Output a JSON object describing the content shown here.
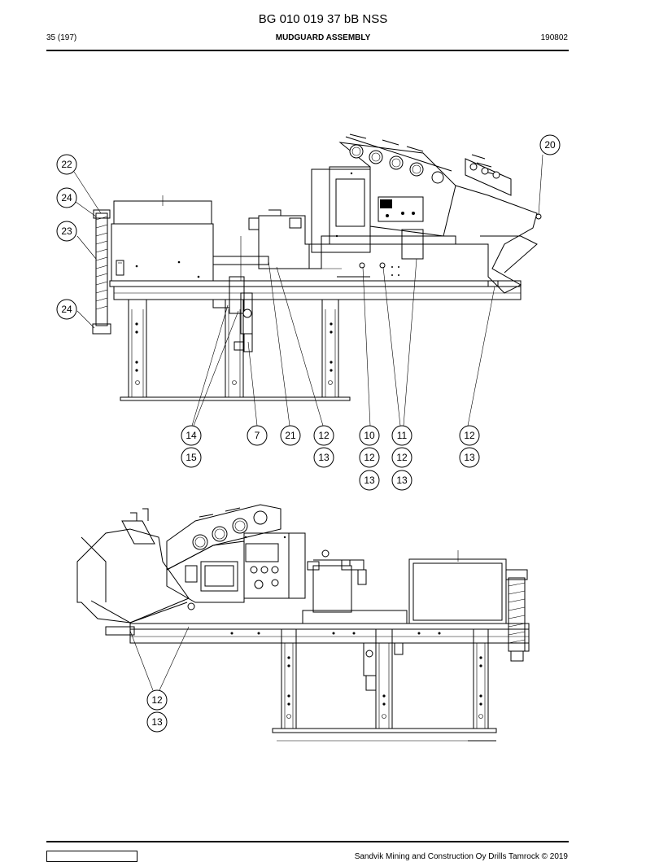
{
  "header": {
    "doc_code": "BG 010 019 37 bB NSS",
    "page_number": "35 (197)",
    "title": "MUDGUARD ASSEMBLY",
    "date": "190802"
  },
  "footer": {
    "copyright": "Sandvik Mining and Construction Oy Drills Tamrock © 2019"
  },
  "callouts": {
    "top": [
      "20",
      "22",
      "24",
      "23",
      "24",
      "14",
      "15",
      "7",
      "21",
      "12",
      "13",
      "10",
      "12",
      "13",
      "11",
      "12",
      "13",
      "12",
      "13"
    ],
    "bottom": [
      "12",
      "13"
    ]
  }
}
